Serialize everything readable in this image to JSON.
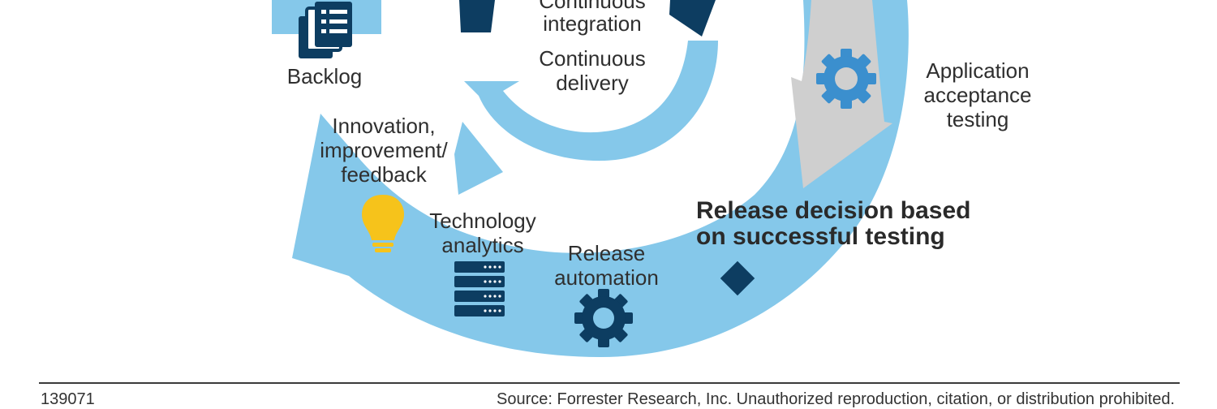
{
  "diagram": {
    "labels": {
      "continuous_top": "Continuous",
      "integration": "integration",
      "continuous_delivery": "Continuous\ndelivery",
      "backlog": "Backlog",
      "innovation": "Innovation,\nimprovement/\nfeedback",
      "technology_analytics": "Technology\nanalytics",
      "release_automation": "Release\nautomation",
      "application_acceptance": "Application\nacceptance\ntesting",
      "release_decision": "Release decision based\non successful testing"
    },
    "icons": {
      "backlog": "document-stack-icon",
      "innovation": "lightbulb-icon",
      "technology_analytics": "server-rack-icon",
      "release_automation": "gear-icon",
      "application_acceptance": "gear-icon",
      "release_decision": "diamond-icon"
    },
    "colors": {
      "light_blue": "#85c8ea",
      "navy": "#0d3d61",
      "gear_blue": "#3b8fce",
      "gray_arrow": "#cfcfcf",
      "bulb_yellow": "#f6c31b",
      "text": "#2f2f2f"
    }
  },
  "footer": {
    "id": "139071",
    "source": "Source: Forrester Research, Inc. Unauthorized reproduction, citation, or distribution prohibited."
  }
}
